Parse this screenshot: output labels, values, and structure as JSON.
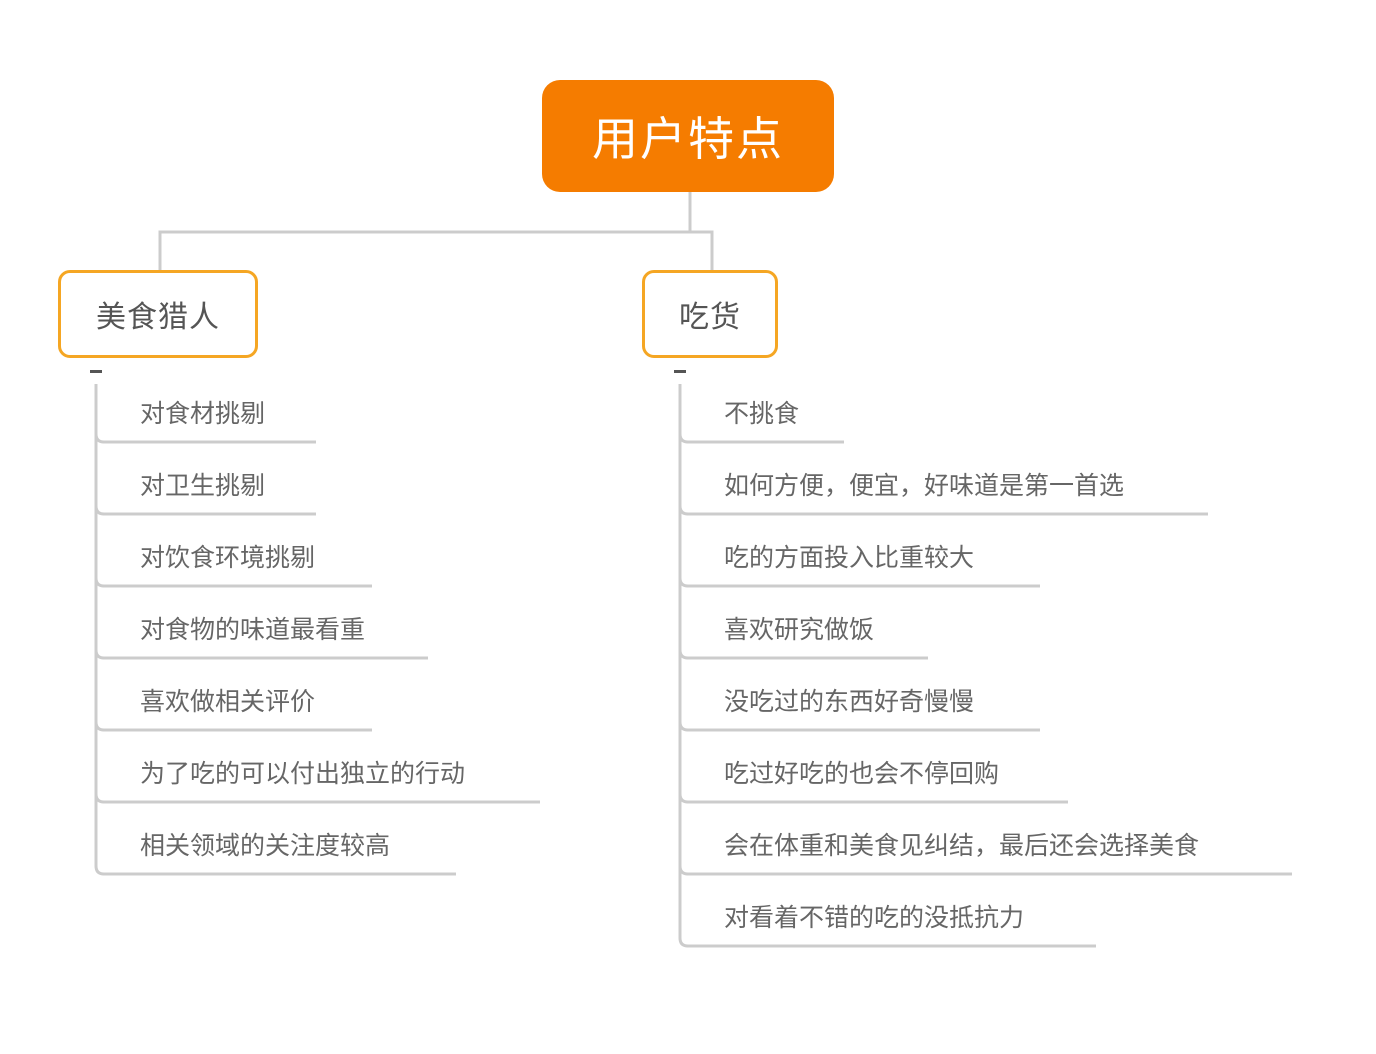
{
  "root": {
    "label": "用户特点"
  },
  "branches": [
    {
      "label": "美食猎人",
      "items": [
        "对食材挑剔",
        "对卫生挑剔",
        "对饮食环境挑剔",
        "对食物的味道最看重",
        "喜欢做相关评价",
        "为了吃的可以付出独立的行动",
        "相关领域的关注度较高"
      ]
    },
    {
      "label": "吃货",
      "items": [
        "不挑食",
        "如何方便，便宜，好味道是第一首选",
        "吃的方面投入比重较大",
        "喜欢研究做饭",
        "没吃过的东西好奇慢慢",
        "吃过好吃的也会不停回购",
        "会在体重和美食见纠结，最后还会选择美食",
        "对看着不错的吃的没抵抗力"
      ]
    }
  ],
  "colors": {
    "root_fill": "#f57c00",
    "branch_border": "#f5a623",
    "connector": "#cccccc",
    "text": "#666666"
  }
}
